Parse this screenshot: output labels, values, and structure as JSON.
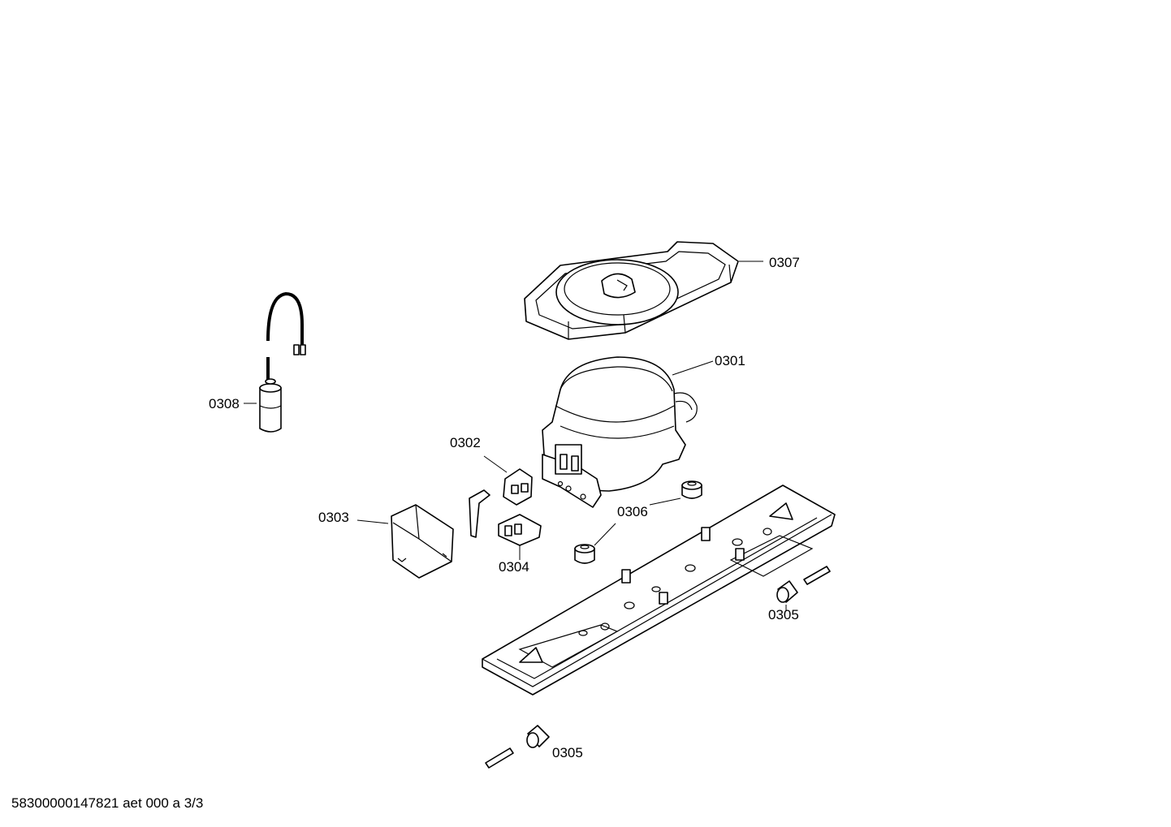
{
  "labels": {
    "p0301": "0301",
    "p0302": "0302",
    "p0303": "0303",
    "p0304": "0304",
    "p0305_right": "0305",
    "p0305_bottom": "0305",
    "p0306": "0306",
    "p0307": "0307",
    "p0308": "0308"
  },
  "footer": {
    "text": "58300000147821 aet 000 a 3/3"
  }
}
